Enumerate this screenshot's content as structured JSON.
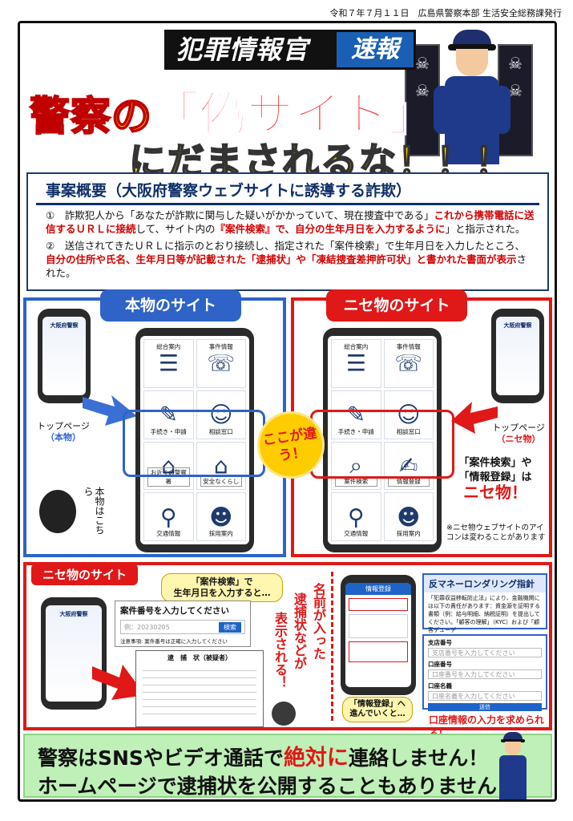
{
  "header_note": "令和７年７月１１日　広島県警察本部 生活安全総務課発行",
  "title": {
    "main": "犯罪情報官",
    "flash": "速報"
  },
  "headline": {
    "line1_pre": "警察の",
    "line1_fake": "「偽サイト」",
    "line2": "にだまされるな！！！"
  },
  "overview": {
    "title": "事案概要（大阪府警察ウェブサイトに誘導する詐欺）",
    "item1": {
      "num": "①",
      "text_a": "詐欺犯人から「あなたが詐欺に関与した疑いがかかっていて、現在捜査中である」",
      "red_a": "これから携帯電話に送信するＵＲＬに接続",
      "text_b": "して、サイト内の",
      "red_b": "『案件検索』で、自分の生年月日を入力するように",
      "text_c": "」と指示された。"
    },
    "item2": {
      "num": "②",
      "text_a": "送信されてきたＵＲＬに指示のとおり接続し、指定された「案件検索」で生年月日を入力したところ、",
      "red_a": "自分の住所や氏名、生年月日等が記載された「逮捕状」や「凍結捜査差押許可状」と書かれた書面が表示",
      "text_b": "された。"
    }
  },
  "real_panel": {
    "label": "本物のサイト",
    "site_name": "大阪府警察",
    "caption_a": "トップページ",
    "caption_b": "（本物）",
    "cells": [
      "総合案内",
      "事件情報",
      "手続き・申請",
      "相談窓口",
      "お近くの警察署",
      "安全なくらし",
      "交通情報",
      "採用案内"
    ],
    "mascot_text": "本物はこちら"
  },
  "fake_panel": {
    "label": "ニセ物のサイト",
    "site_name": "大阪府警察",
    "caption_a": "トップページ",
    "caption_b": "（ニセ物）",
    "cells": [
      "総合案内",
      "事件情報",
      "手続き・申請",
      "相談窓口",
      "案件検索",
      "情報登録",
      "交通情報",
      "採用案内"
    ],
    "callout_a": "「案件検索」や",
    "callout_b": "「情報登録」は",
    "callout_big": "ニセ物！",
    "note": "※ニセ物ウェブサイトのアイコンは変わることがあります"
  },
  "diff_badge": "ここが違う！",
  "flow": {
    "label": "ニセ物のサイト",
    "bubble1_a": "「案件検索」で",
    "bubble1_b": "生年月日を入力すると…",
    "form_title": "案件番号を入力してください",
    "form_placeholder": "例：20230205",
    "form_button": "検索",
    "form_note": "注意事項: 案件番号は正確に入力してください",
    "warrant_title": "逮　捕　状（被疑者）",
    "vertical1": "表示される！",
    "vertical2": "逮捕状などが",
    "vertical3": "名前が入った",
    "phone_title": "情報登録",
    "aml_title": "反マネーロンダリング指針",
    "aml_text": "「犯罪収益移転防止法」により、金融機関には以下の責任があります：資金源を証明する書類（例：給与明細、納税証明）を提出してください。「顧客の理解」（KYC）および「顧客デューデ",
    "bank_fields": [
      "支店番号",
      "口座番号",
      "口座名義"
    ],
    "bank_placeholders": [
      "支店番号を入力してください",
      "口座番号を入力してください",
      "口座名義を入力してください"
    ],
    "bank_button": "送信",
    "bubble2_a": "「情報登録」へ",
    "bubble2_b": "進んでいくと…",
    "bottom_caption": "口座情報の入力を求められる！"
  },
  "footer": {
    "l1_a": "警察はSNSやビデオ通話で",
    "l1_em": "絶対に",
    "l1_b": "連絡しません！",
    "l2": "ホームページで逮捕状を公開することもありません！"
  }
}
